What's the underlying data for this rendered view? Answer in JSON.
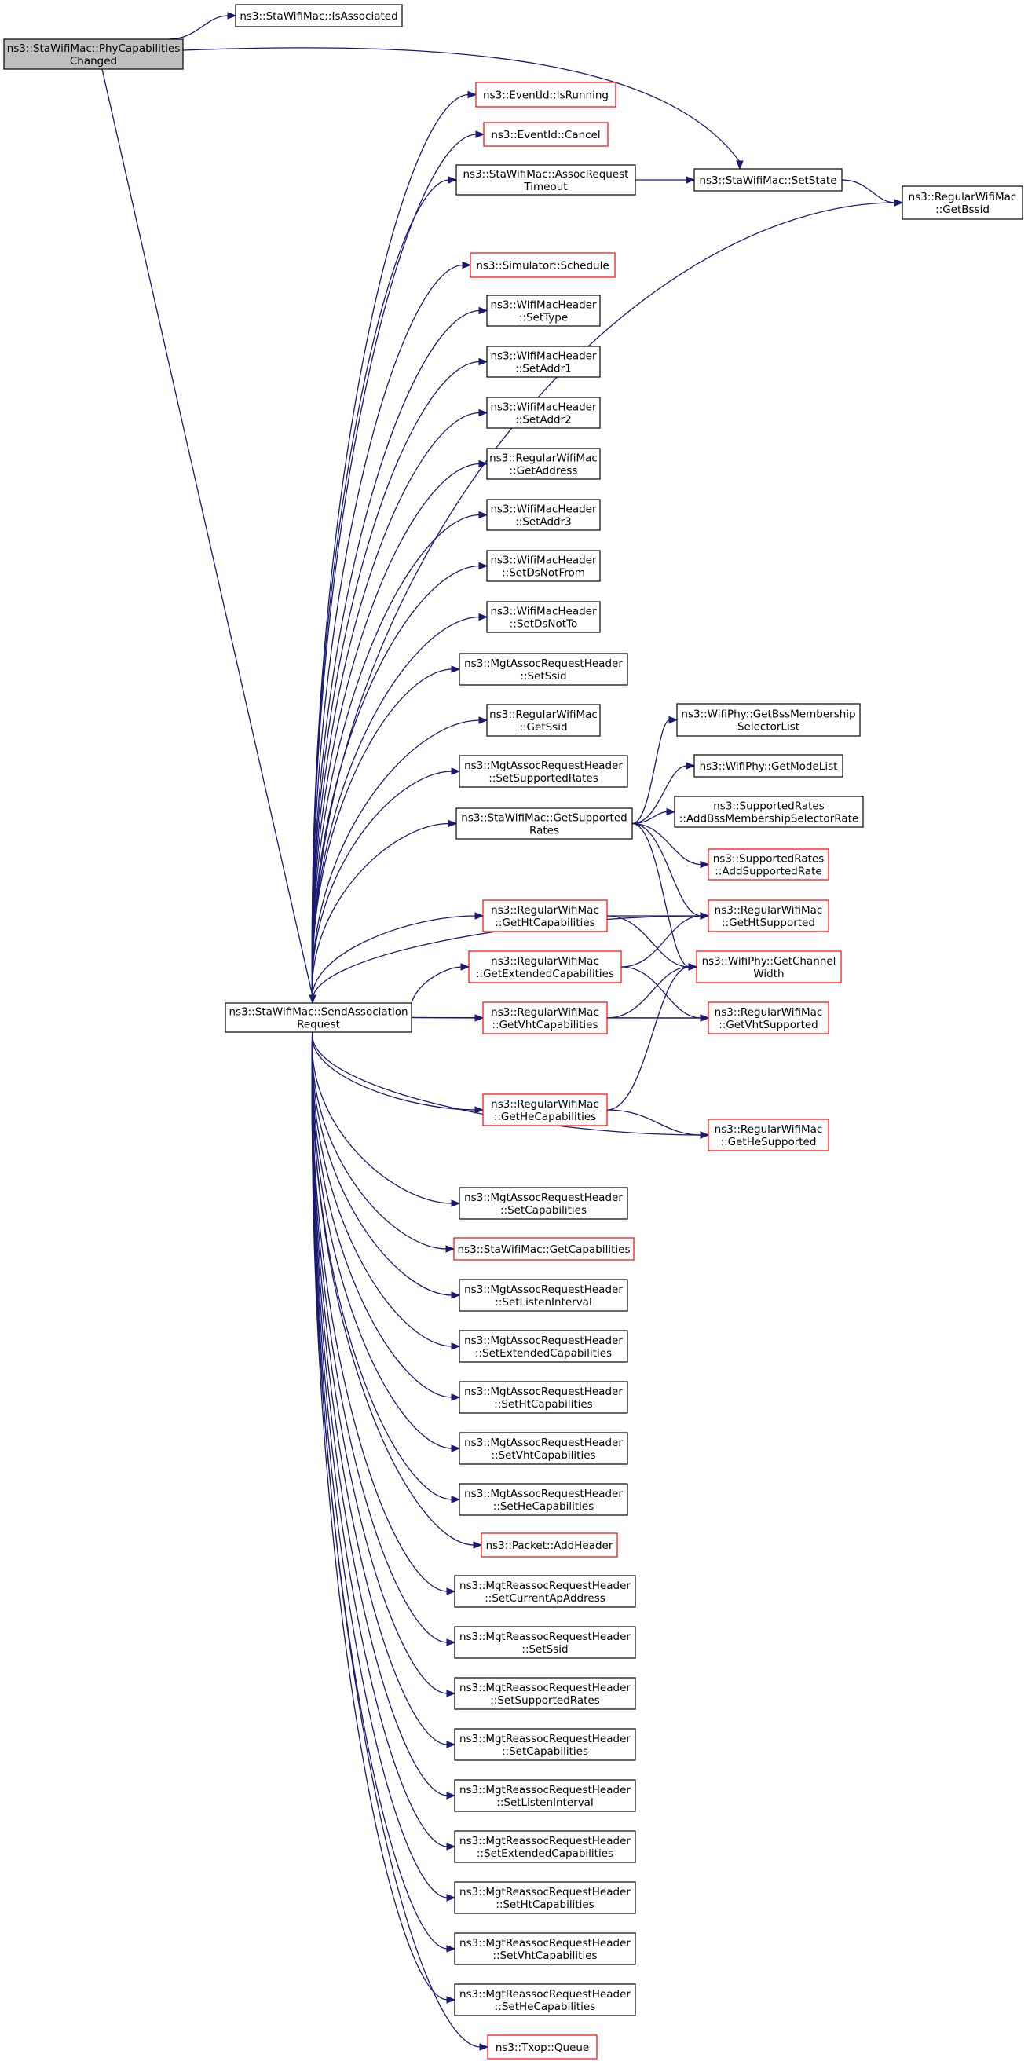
{
  "graph": {
    "colors": {
      "edge": "#191970",
      "root_fill": "#bfbfbf",
      "root_border": "#000000",
      "node_border": "#000000",
      "truncated_border": "#ff0000",
      "node_fill": "#ffffff"
    },
    "nodes": [
      {
        "id": "root",
        "lines": [
          "ns3::StaWifiMac::PhyCapabilities",
          "Changed"
        ],
        "style": "root"
      },
      {
        "id": "isAssociated",
        "lines": [
          "ns3::StaWifiMac::IsAssociated"
        ],
        "style": "normal"
      },
      {
        "id": "isRunning",
        "lines": [
          "ns3::EventId::IsRunning"
        ],
        "style": "truncated"
      },
      {
        "id": "cancel",
        "lines": [
          "ns3::EventId::Cancel"
        ],
        "style": "truncated"
      },
      {
        "id": "assocReqTimeout",
        "lines": [
          "ns3::StaWifiMac::AssocRequest",
          "Timeout"
        ],
        "style": "normal"
      },
      {
        "id": "setState",
        "lines": [
          "ns3::StaWifiMac::SetState"
        ],
        "style": "normal"
      },
      {
        "id": "getBssid",
        "lines": [
          "ns3::RegularWifiMac",
          "::GetBssid"
        ],
        "style": "normal"
      },
      {
        "id": "schedule",
        "lines": [
          "ns3::Simulator::Schedule"
        ],
        "style": "truncated"
      },
      {
        "id": "setType",
        "lines": [
          "ns3::WifiMacHeader",
          "::SetType"
        ],
        "style": "normal"
      },
      {
        "id": "setAddr1",
        "lines": [
          "ns3::WifiMacHeader",
          "::SetAddr1"
        ],
        "style": "normal"
      },
      {
        "id": "setAddr2",
        "lines": [
          "ns3::WifiMacHeader",
          "::SetAddr2"
        ],
        "style": "normal"
      },
      {
        "id": "getAddress",
        "lines": [
          "ns3::RegularWifiMac",
          "::GetAddress"
        ],
        "style": "normal"
      },
      {
        "id": "setAddr3",
        "lines": [
          "ns3::WifiMacHeader",
          "::SetAddr3"
        ],
        "style": "normal"
      },
      {
        "id": "setDsNotFrom",
        "lines": [
          "ns3::WifiMacHeader",
          "::SetDsNotFrom"
        ],
        "style": "normal"
      },
      {
        "id": "setDsNotTo",
        "lines": [
          "ns3::WifiMacHeader",
          "::SetDsNotTo"
        ],
        "style": "normal"
      },
      {
        "id": "marSetSsid",
        "lines": [
          "ns3::MgtAssocRequestHeader",
          "::SetSsid"
        ],
        "style": "normal"
      },
      {
        "id": "getSsid",
        "lines": [
          "ns3::RegularWifiMac",
          "::GetSsid"
        ],
        "style": "normal"
      },
      {
        "id": "marSetSupportedRates",
        "lines": [
          "ns3::MgtAssocRequestHeader",
          "::SetSupportedRates"
        ],
        "style": "normal"
      },
      {
        "id": "getSupportedRates",
        "lines": [
          "ns3::StaWifiMac::GetSupported",
          "Rates"
        ],
        "style": "normal"
      },
      {
        "id": "getBssMembership",
        "lines": [
          "ns3::WifiPhy::GetBssMembership",
          "SelectorList"
        ],
        "style": "normal"
      },
      {
        "id": "getModeList",
        "lines": [
          "ns3::WifiPhy::GetModeList"
        ],
        "style": "normal"
      },
      {
        "id": "addBssMembership",
        "lines": [
          "ns3::SupportedRates",
          "::AddBssMembershipSelectorRate"
        ],
        "style": "normal"
      },
      {
        "id": "addSupportedRate",
        "lines": [
          "ns3::SupportedRates",
          "::AddSupportedRate"
        ],
        "style": "truncated"
      },
      {
        "id": "getHtCapabilities",
        "lines": [
          "ns3::RegularWifiMac",
          "::GetHtCapabilities"
        ],
        "style": "truncated"
      },
      {
        "id": "getHtSupported",
        "lines": [
          "ns3::RegularWifiMac",
          "::GetHtSupported"
        ],
        "style": "truncated"
      },
      {
        "id": "getExtendedCapabilities",
        "lines": [
          "ns3::RegularWifiMac",
          "::GetExtendedCapabilities"
        ],
        "style": "truncated"
      },
      {
        "id": "getChannelWidth",
        "lines": [
          "ns3::WifiPhy::GetChannel",
          "Width"
        ],
        "style": "truncated"
      },
      {
        "id": "sendAssocRequest",
        "lines": [
          "ns3::StaWifiMac::SendAssociation",
          "Request"
        ],
        "style": "normal"
      },
      {
        "id": "getVhtCapabilities",
        "lines": [
          "ns3::RegularWifiMac",
          "::GetVhtCapabilities"
        ],
        "style": "truncated"
      },
      {
        "id": "getVhtSupported",
        "lines": [
          "ns3::RegularWifiMac",
          "::GetVhtSupported"
        ],
        "style": "truncated"
      },
      {
        "id": "getHeCapabilities",
        "lines": [
          "ns3::RegularWifiMac",
          "::GetHeCapabilities"
        ],
        "style": "truncated"
      },
      {
        "id": "getHeSupported",
        "lines": [
          "ns3::RegularWifiMac",
          "::GetHeSupported"
        ],
        "style": "truncated"
      },
      {
        "id": "marSetCapabilities",
        "lines": [
          "ns3::MgtAssocRequestHeader",
          "::SetCapabilities"
        ],
        "style": "normal"
      },
      {
        "id": "getCapabilities",
        "lines": [
          "ns3::StaWifiMac::GetCapabilities"
        ],
        "style": "truncated"
      },
      {
        "id": "marSetListenInterval",
        "lines": [
          "ns3::MgtAssocRequestHeader",
          "::SetListenInterval"
        ],
        "style": "normal"
      },
      {
        "id": "marSetExtendedCapabilities",
        "lines": [
          "ns3::MgtAssocRequestHeader",
          "::SetExtendedCapabilities"
        ],
        "style": "normal"
      },
      {
        "id": "marSetHtCapabilities",
        "lines": [
          "ns3::MgtAssocRequestHeader",
          "::SetHtCapabilities"
        ],
        "style": "normal"
      },
      {
        "id": "marSetVhtCapabilities",
        "lines": [
          "ns3::MgtAssocRequestHeader",
          "::SetVhtCapabilities"
        ],
        "style": "normal"
      },
      {
        "id": "marSetHeCapabilities",
        "lines": [
          "ns3::MgtAssocRequestHeader",
          "::SetHeCapabilities"
        ],
        "style": "normal"
      },
      {
        "id": "addHeader",
        "lines": [
          "ns3::Packet::AddHeader"
        ],
        "style": "truncated"
      },
      {
        "id": "mrrSetCurrentApAddress",
        "lines": [
          "ns3::MgtReassocRequestHeader",
          "::SetCurrentApAddress"
        ],
        "style": "normal"
      },
      {
        "id": "mrrSetSsid",
        "lines": [
          "ns3::MgtReassocRequestHeader",
          "::SetSsid"
        ],
        "style": "normal"
      },
      {
        "id": "mrrSetSupportedRates",
        "lines": [
          "ns3::MgtReassocRequestHeader",
          "::SetSupportedRates"
        ],
        "style": "normal"
      },
      {
        "id": "mrrSetCapabilities",
        "lines": [
          "ns3::MgtReassocRequestHeader",
          "::SetCapabilities"
        ],
        "style": "normal"
      },
      {
        "id": "mrrSetListenInterval",
        "lines": [
          "ns3::MgtReassocRequestHeader",
          "::SetListenInterval"
        ],
        "style": "normal"
      },
      {
        "id": "mrrSetExtendedCapabilities",
        "lines": [
          "ns3::MgtReassocRequestHeader",
          "::SetExtendedCapabilities"
        ],
        "style": "normal"
      },
      {
        "id": "mrrSetHtCapabilities",
        "lines": [
          "ns3::MgtReassocRequestHeader",
          "::SetHtCapabilities"
        ],
        "style": "normal"
      },
      {
        "id": "mrrSetVhtCapabilities",
        "lines": [
          "ns3::MgtReassocRequestHeader",
          "::SetVhtCapabilities"
        ],
        "style": "normal"
      },
      {
        "id": "mrrSetHeCapabilities",
        "lines": [
          "ns3::MgtReassocRequestHeader",
          "::SetHeCapabilities"
        ],
        "style": "normal"
      },
      {
        "id": "txopQueue",
        "lines": [
          "ns3::Txop::Queue"
        ],
        "style": "truncated"
      }
    ],
    "edges": [
      [
        "root",
        "isAssociated"
      ],
      [
        "root",
        "setState"
      ],
      [
        "root",
        "sendAssocRequest"
      ],
      [
        "assocReqTimeout",
        "setState"
      ],
      [
        "setState",
        "getBssid"
      ],
      [
        "sendAssocRequest",
        "isRunning"
      ],
      [
        "sendAssocRequest",
        "cancel"
      ],
      [
        "sendAssocRequest",
        "assocReqTimeout"
      ],
      [
        "sendAssocRequest",
        "getBssid"
      ],
      [
        "sendAssocRequest",
        "schedule"
      ],
      [
        "sendAssocRequest",
        "setType"
      ],
      [
        "sendAssocRequest",
        "setAddr1"
      ],
      [
        "sendAssocRequest",
        "setAddr2"
      ],
      [
        "sendAssocRequest",
        "getAddress"
      ],
      [
        "sendAssocRequest",
        "setAddr3"
      ],
      [
        "sendAssocRequest",
        "setDsNotFrom"
      ],
      [
        "sendAssocRequest",
        "setDsNotTo"
      ],
      [
        "sendAssocRequest",
        "marSetSsid"
      ],
      [
        "sendAssocRequest",
        "getSsid"
      ],
      [
        "sendAssocRequest",
        "marSetSupportedRates"
      ],
      [
        "sendAssocRequest",
        "getSupportedRates"
      ],
      [
        "sendAssocRequest",
        "getHtSupported"
      ],
      [
        "sendAssocRequest",
        "getHtCapabilities"
      ],
      [
        "sendAssocRequest",
        "getExtendedCapabilities"
      ],
      [
        "sendAssocRequest",
        "getVhtCapabilities"
      ],
      [
        "sendAssocRequest",
        "getVhtSupported"
      ],
      [
        "sendAssocRequest",
        "getHeCapabilities"
      ],
      [
        "sendAssocRequest",
        "getHeSupported"
      ],
      [
        "sendAssocRequest",
        "marSetCapabilities"
      ],
      [
        "sendAssocRequest",
        "getCapabilities"
      ],
      [
        "sendAssocRequest",
        "marSetListenInterval"
      ],
      [
        "sendAssocRequest",
        "marSetExtendedCapabilities"
      ],
      [
        "sendAssocRequest",
        "marSetHtCapabilities"
      ],
      [
        "sendAssocRequest",
        "marSetVhtCapabilities"
      ],
      [
        "sendAssocRequest",
        "marSetHeCapabilities"
      ],
      [
        "sendAssocRequest",
        "addHeader"
      ],
      [
        "sendAssocRequest",
        "mrrSetCurrentApAddress"
      ],
      [
        "sendAssocRequest",
        "mrrSetSsid"
      ],
      [
        "sendAssocRequest",
        "mrrSetSupportedRates"
      ],
      [
        "sendAssocRequest",
        "mrrSetCapabilities"
      ],
      [
        "sendAssocRequest",
        "mrrSetListenInterval"
      ],
      [
        "sendAssocRequest",
        "mrrSetExtendedCapabilities"
      ],
      [
        "sendAssocRequest",
        "mrrSetHtCapabilities"
      ],
      [
        "sendAssocRequest",
        "mrrSetVhtCapabilities"
      ],
      [
        "sendAssocRequest",
        "mrrSetHeCapabilities"
      ],
      [
        "sendAssocRequest",
        "txopQueue"
      ],
      [
        "getSupportedRates",
        "getBssMembership"
      ],
      [
        "getSupportedRates",
        "getModeList"
      ],
      [
        "getSupportedRates",
        "addBssMembership"
      ],
      [
        "getSupportedRates",
        "addSupportedRate"
      ],
      [
        "getSupportedRates",
        "getHtSupported"
      ],
      [
        "getSupportedRates",
        "getChannelWidth"
      ],
      [
        "getHtCapabilities",
        "getHtSupported"
      ],
      [
        "getHtCapabilities",
        "getChannelWidth"
      ],
      [
        "getExtendedCapabilities",
        "getHtSupported"
      ],
      [
        "getExtendedCapabilities",
        "getVhtSupported"
      ],
      [
        "getVhtCapabilities",
        "getChannelWidth"
      ],
      [
        "getVhtCapabilities",
        "getVhtSupported"
      ],
      [
        "getHeCapabilities",
        "getChannelWidth"
      ],
      [
        "getHeCapabilities",
        "getHeSupported"
      ]
    ]
  }
}
